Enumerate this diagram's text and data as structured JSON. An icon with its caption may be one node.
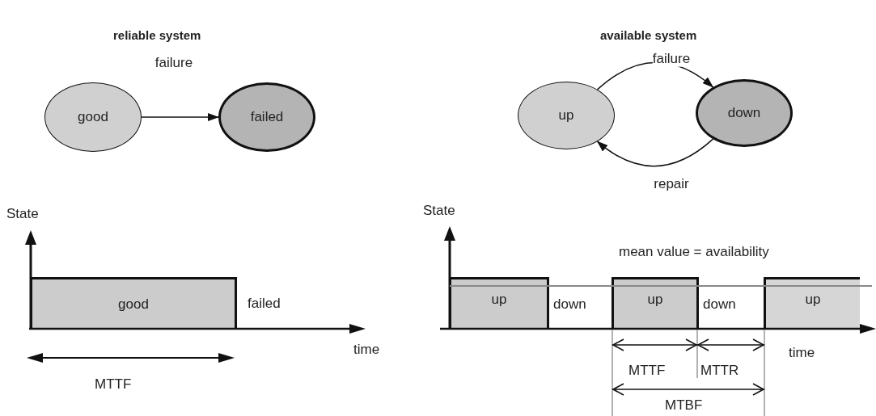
{
  "diagram": {
    "nodes": [
      {
        "text": [
          "good"
        ]
      },
      {
        "text": [
          "failed"
        ]
      },
      {
        "text": [
          "up"
        ]
      },
      {
        "text": [
          "down"
        ]
      },
      {
        "text": [
          "good"
        ]
      },
      {
        "text": [
          "up"
        ]
      },
      {
        "text": [
          "up"
        ]
      },
      {
        "text": [
          "up"
        ]
      }
    ],
    "edges": [
      {
        "from": 0,
        "to": 1,
        "arrow": "to",
        "label": "failure"
      },
      {
        "from": 2,
        "to": 3,
        "arrow": "to",
        "label": "failure"
      },
      {
        "from": 3,
        "to": 2,
        "arrow": "to",
        "label": "repair"
      }
    ],
    "labels": [
      "reliable system",
      "available system",
      "State",
      "failed",
      "time",
      "MTTF",
      "State",
      "mean value = availability",
      "down",
      "down",
      "MTTF",
      "MTTR",
      "time",
      "MTBF"
    ]
  }
}
